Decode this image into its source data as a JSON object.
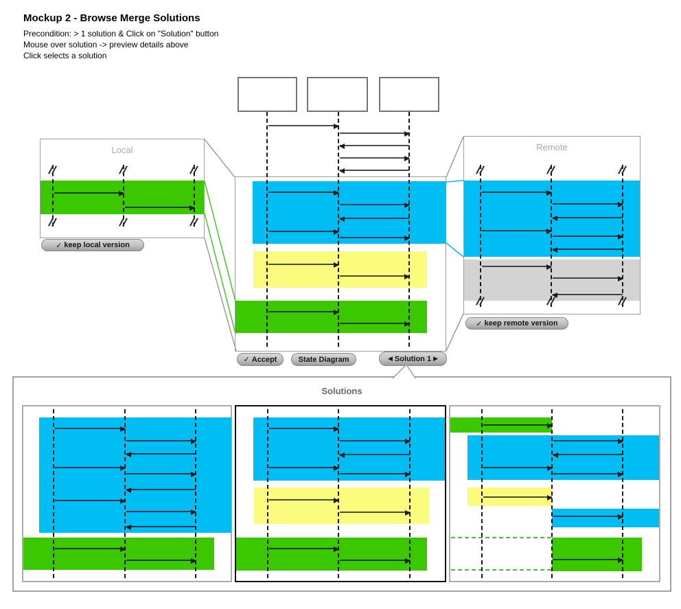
{
  "header": {
    "title": "Mockup 2 - Browse Merge Solutions",
    "precondition": "Precondition: > 1 solution & Click on \"Solution\" button",
    "instruction_hover": "Mouse over solution -> preview details above",
    "instruction_click": "Click selects a solution"
  },
  "local_panel": {
    "title": "Local",
    "keep_button": {
      "check_icon": "✓",
      "label": "keep local version"
    }
  },
  "remote_panel": {
    "title": "Remote",
    "keep_button": {
      "check_icon": "✓",
      "label": "keep remote version"
    }
  },
  "merge_toolbar": {
    "accept_button": {
      "check_icon": "✓",
      "label": "Accept"
    },
    "state_diagram_button": {
      "label": "State Diagram"
    },
    "solution_button": {
      "prev_icon": "◀",
      "label": "Solution 1",
      "next_icon": "▶"
    }
  },
  "solutions_panel": {
    "title": "Solutions",
    "selected_index": 2,
    "count": 3
  },
  "colors": {
    "blue_band": "#00BEF3",
    "yellow_band": "#FBFB7D",
    "green_band": "#3CC801",
    "gray_band": "#D3D3D3",
    "connector_gray": "#9B9B9B",
    "connector_green": "#43C81C",
    "connector_blue": "#00BEF3"
  },
  "diagram": {
    "lifelines_per_panel": 3,
    "local": {
      "bands": [
        {
          "color": "green",
          "messages": [
            "1->2",
            "2->3"
          ]
        }
      ]
    },
    "remote": {
      "bands": [
        {
          "color": "blue",
          "messages": [
            "1->2",
            "2->3",
            "3->2",
            "1->2",
            "2->3",
            "3->2"
          ]
        },
        {
          "color": "gray",
          "messages": [
            "1->2",
            "2->3",
            "3->2"
          ]
        }
      ]
    },
    "top_sequence_messages": [
      "1->2",
      "2->3",
      "3->2",
      "2->3",
      "3->2"
    ],
    "merged_preview": {
      "bands": [
        {
          "color": "blue",
          "messages": [
            "1->2",
            "2->3",
            "3->2",
            "1->2",
            "2->3"
          ]
        },
        {
          "color": "yellow",
          "messages": [
            "1->2",
            "2->3"
          ]
        },
        {
          "color": "green",
          "messages": [
            "1->2",
            "2->3"
          ]
        }
      ]
    },
    "solutions": [
      {
        "selected": false,
        "bands": [
          {
            "color": "blue",
            "messages": [
              "1->2",
              "2->3",
              "3->2",
              "1->2",
              "2->3",
              "3->2",
              "1->2",
              "2->3",
              "3->2"
            ]
          },
          {
            "color": "green",
            "messages": [
              "1->2",
              "2->3"
            ]
          }
        ]
      },
      {
        "selected": true,
        "bands": [
          {
            "color": "blue",
            "messages": [
              "1->2",
              "2->3",
              "3->2",
              "1->2",
              "2->3"
            ]
          },
          {
            "color": "yellow",
            "messages": [
              "1->2",
              "2->3"
            ]
          },
          {
            "color": "green",
            "messages": [
              "1->2",
              "2->3"
            ]
          }
        ]
      },
      {
        "selected": false,
        "bands": [
          {
            "color": "green",
            "messages": [
              "1->2"
            ]
          },
          {
            "color": "blue",
            "messages": [
              "2->3",
              "3->2",
              "1->2",
              "2->3"
            ]
          },
          {
            "color": "yellow",
            "messages": [
              "1->2"
            ]
          },
          {
            "color": "blue",
            "messages": [
              "2->3"
            ]
          },
          {
            "color": "green-dashed-placeholder",
            "messages": []
          },
          {
            "color": "green",
            "messages": [
              "2->3"
            ]
          }
        ]
      }
    ]
  }
}
